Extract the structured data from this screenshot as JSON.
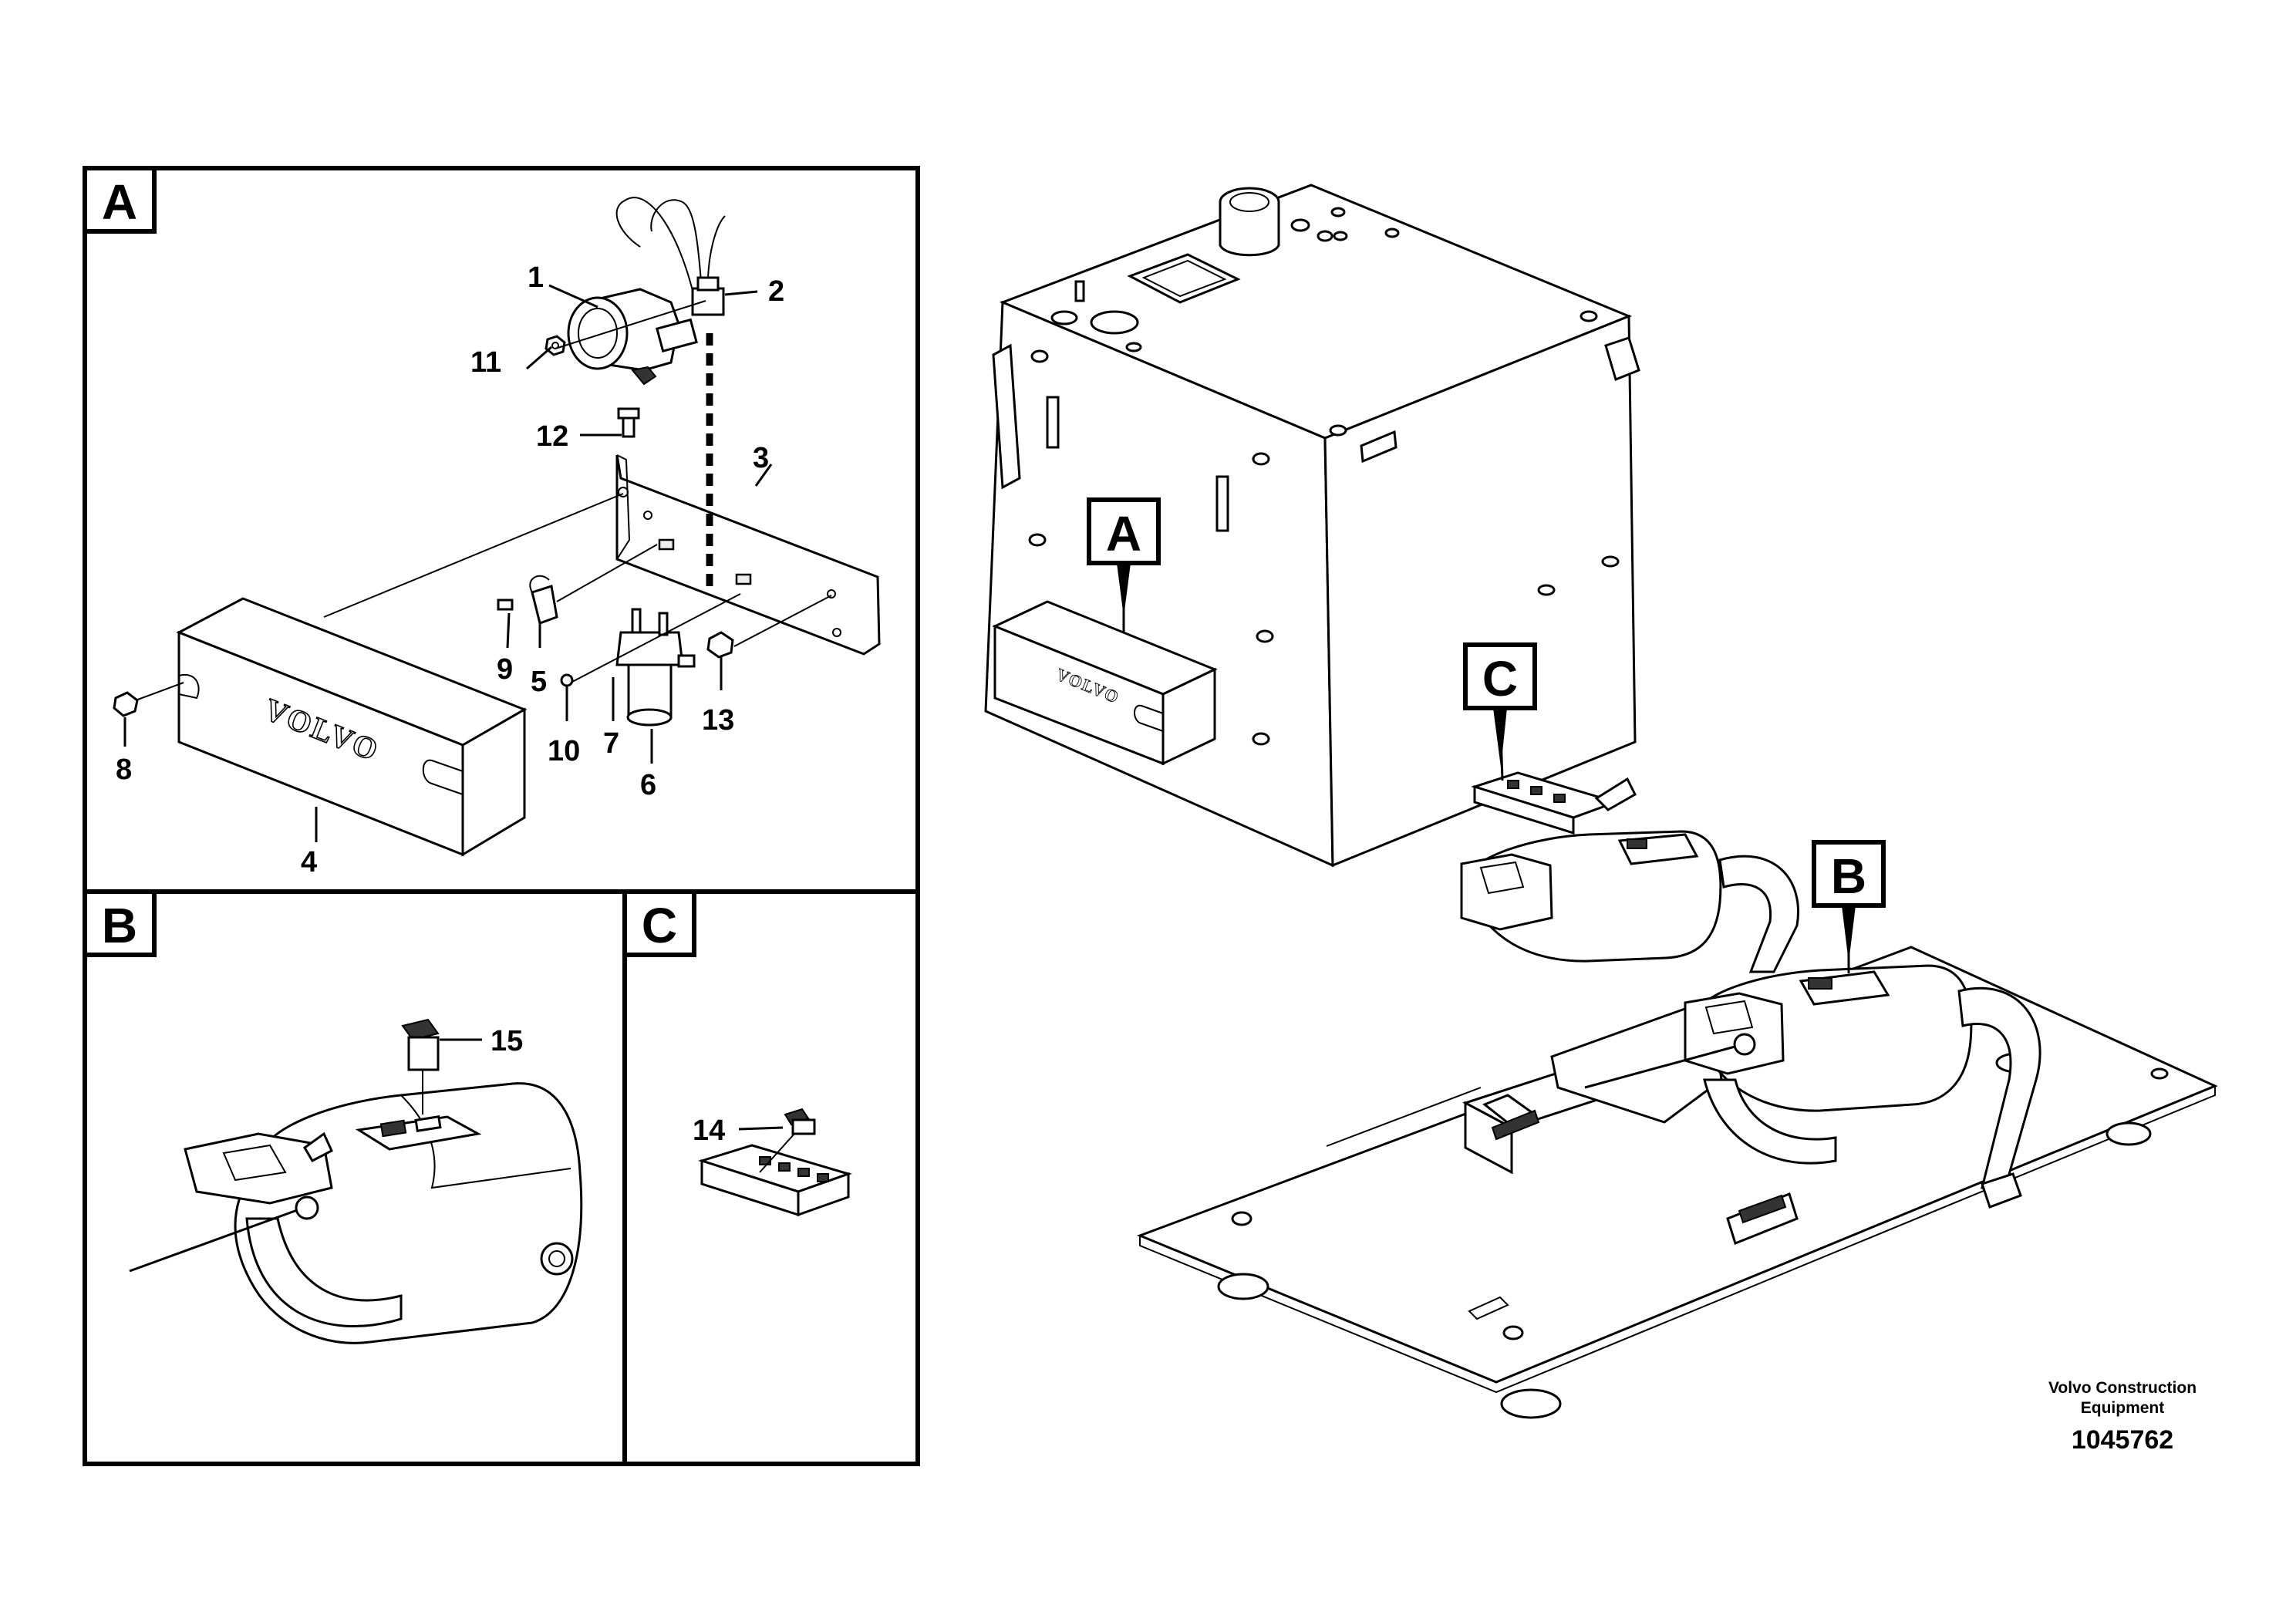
{
  "panels": [
    {
      "id": "A",
      "label": "A"
    },
    {
      "id": "B",
      "label": "B"
    },
    {
      "id": "C",
      "label": "C"
    }
  ],
  "callouts": {
    "A": "A",
    "B": "B",
    "C": "C"
  },
  "parts": [
    {
      "ref": "1"
    },
    {
      "ref": "2"
    },
    {
      "ref": "3"
    },
    {
      "ref": "4"
    },
    {
      "ref": "5"
    },
    {
      "ref": "6"
    },
    {
      "ref": "7"
    },
    {
      "ref": "8"
    },
    {
      "ref": "9"
    },
    {
      "ref": "10"
    },
    {
      "ref": "11"
    },
    {
      "ref": "12"
    },
    {
      "ref": "13"
    },
    {
      "ref": "14"
    },
    {
      "ref": "15"
    }
  ],
  "brand_marks": {
    "box_lettering": "VOLVO"
  },
  "footer": {
    "company_line1": "Volvo Construction",
    "company_line2": "Equipment",
    "drawing_number": "1045762"
  }
}
